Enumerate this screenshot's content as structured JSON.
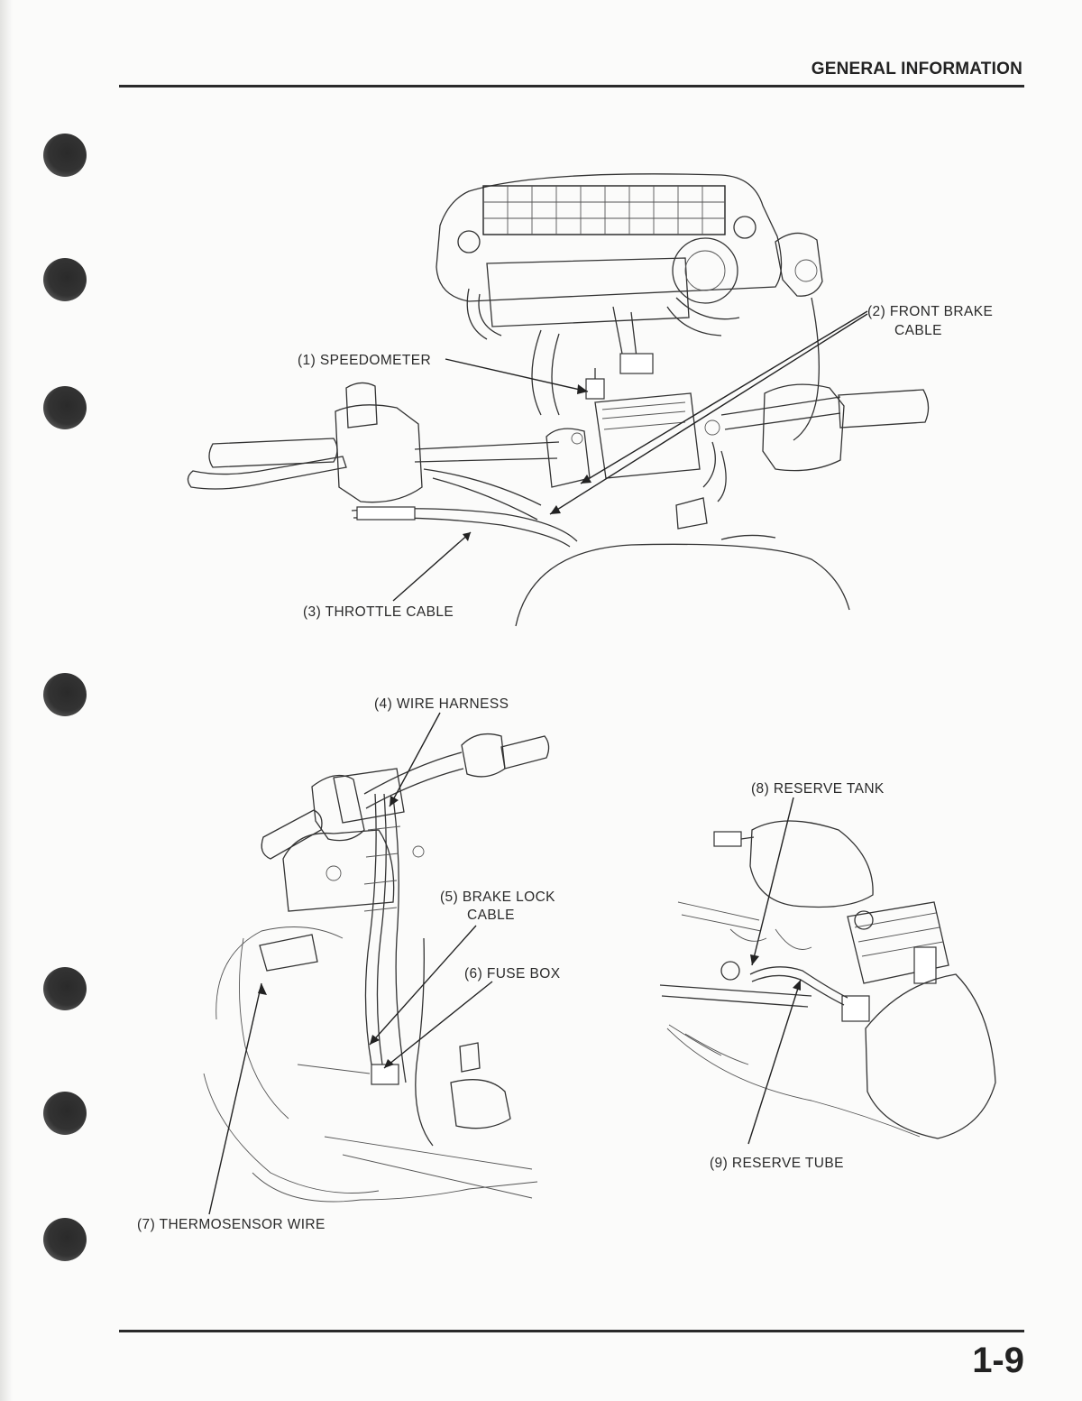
{
  "header": {
    "title": "GENERAL INFORMATION"
  },
  "footer": {
    "page_number": "1-9"
  },
  "figure_top": {
    "callouts": {
      "speedometer": "(1) SPEEDOMETER",
      "front_brake_line1": "(2) FRONT BRAKE",
      "front_brake_line2": "CABLE",
      "throttle": "(3) THROTTLE CABLE"
    }
  },
  "figure_bottom_left": {
    "callouts": {
      "wire_harness": "(4) WIRE HARNESS",
      "brake_lock_line1": "(5) BRAKE LOCK",
      "brake_lock_line2": "CABLE",
      "fuse_box": "(6) FUSE BOX",
      "thermosensor": "(7) THERMOSENSOR WIRE"
    }
  },
  "figure_bottom_right": {
    "callouts": {
      "reserve_tank": "(8) RESERVE TANK",
      "reserve_tube": "(9) RESERVE TUBE"
    }
  }
}
